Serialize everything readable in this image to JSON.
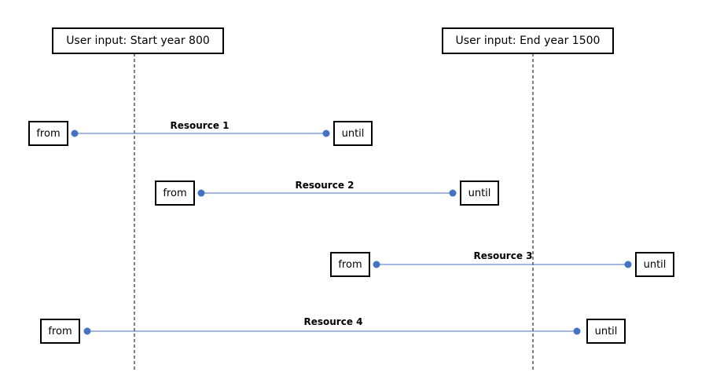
{
  "boundaries": [
    {
      "label": "User input: Start year 800"
    },
    {
      "label": "User input: End year 1500"
    }
  ],
  "resources": [
    {
      "label": "Resource 1",
      "from_label": "from",
      "until_label": "until"
    },
    {
      "label": "Resource 2",
      "from_label": "from",
      "until_label": "until"
    },
    {
      "label": "Resource 3",
      "from_label": "from",
      "until_label": "until"
    },
    {
      "label": "Resource 4",
      "from_label": "from",
      "until_label": "until"
    }
  ],
  "colors": {
    "line": "#4472C4",
    "dot": "#4472C4",
    "dashed": "#000000",
    "border": "#000000"
  }
}
